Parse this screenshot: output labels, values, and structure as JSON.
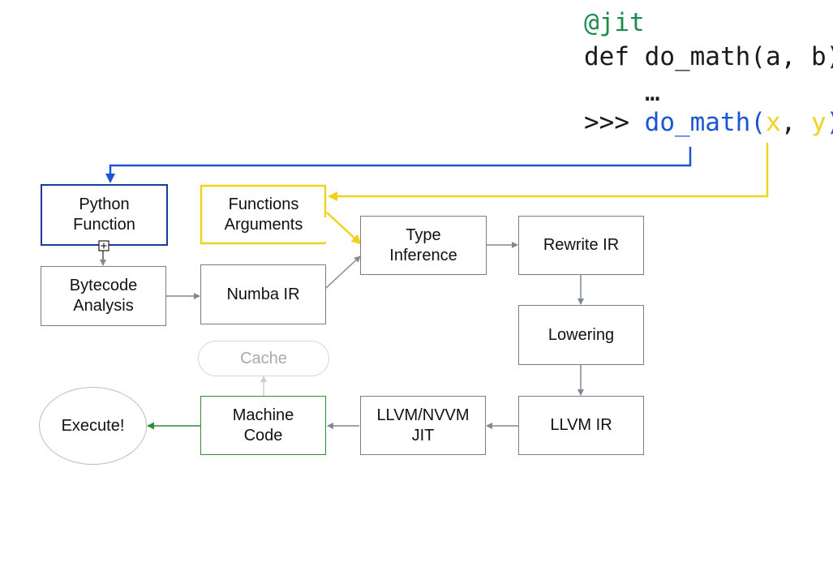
{
  "code": {
    "decorator": "@jit",
    "def_line": "def do_math(a, b)",
    "ellipsis": "…",
    "prompt": ">>> ",
    "call_name": "do_math",
    "call_open": "(",
    "call_arg_x": "x",
    "call_sep": ", ",
    "call_arg_y": "y",
    "call_close": ")"
  },
  "nodes": {
    "python_function": "Python\nFunction",
    "functions_arguments": "Functions\nArguments",
    "bytecode_analysis": "Bytecode\nAnalysis",
    "numba_ir": "Numba IR",
    "type_inference": "Type\nInference",
    "rewrite_ir": "Rewrite IR",
    "lowering": "Lowering",
    "llvm_ir": "LLVM IR",
    "llvm_nvvm_jit": "LLVM/NVVM\nJIT",
    "machine_code": "Machine\nCode",
    "cache": "Cache",
    "execute": "Execute!"
  },
  "colors": {
    "python_path": "#1a55d6",
    "arguments_path": "#f0d21c",
    "flow": "#7d8a97",
    "execute_path": "#2e8b2e",
    "cache_path": "#cfcfcf"
  }
}
